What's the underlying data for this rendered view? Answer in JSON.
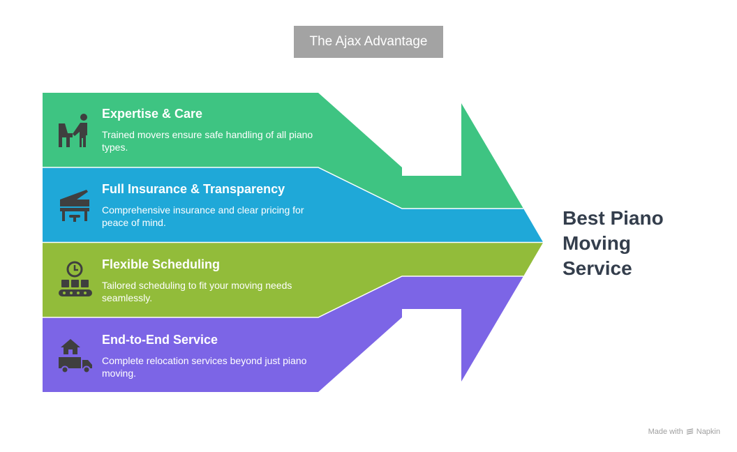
{
  "title": "The Ajax Advantage",
  "outcome": "Best Piano Moving Service",
  "items": [
    {
      "title": "Expertise & Care",
      "desc": "Trained movers ensure safe handling of all piano types.",
      "color": "#3ec482",
      "icon": "piano-mover-icon"
    },
    {
      "title": "Full Insurance & Transparency",
      "desc": "Comprehensive insurance and clear pricing for peace of mind.",
      "color": "#1fa8d8",
      "icon": "grand-piano-icon"
    },
    {
      "title": "Flexible Scheduling",
      "desc": "Tailored scheduling to fit your moving needs seamlessly.",
      "color": "#92bc3a",
      "icon": "clock-conveyor-icon"
    },
    {
      "title": "End-to-End Service",
      "desc": "Complete relocation services beyond just piano moving.",
      "color": "#7c65e6",
      "icon": "house-truck-icon"
    }
  ],
  "watermark": {
    "prefix": "Made with",
    "brand": "Napkin",
    "icon": "napkin-logo-icon"
  }
}
